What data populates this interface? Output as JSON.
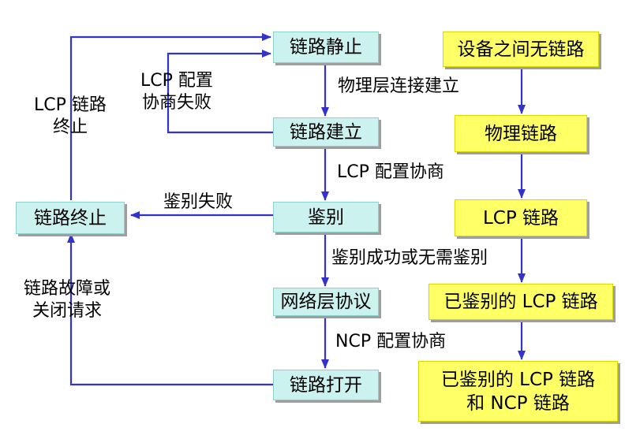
{
  "states": {
    "link_dead": "链路静止",
    "link_establish": "链路建立",
    "authenticate": "鉴别",
    "network_protocol": "网络层协议",
    "link_open": "链路打开",
    "link_terminate": "链路终止"
  },
  "transitions": {
    "physical_established": "物理层连接建立",
    "lcp_negotiation": "LCP 配置协商",
    "auth_ok": "鉴别成功或无需鉴别",
    "ncp_negotiation": "NCP 配置协商",
    "auth_failed": "鉴别失败",
    "lcp_negotiation_failed_line1": "LCP 配置",
    "lcp_negotiation_failed_line2": "协商失败",
    "lcp_link_terminated_line1": "LCP 链路",
    "lcp_link_terminated_line2": "终止",
    "link_fault_line1": "链路故障或",
    "link_fault_line2": "关闭请求"
  },
  "layers": {
    "no_link": "设备之间无链路",
    "physical_link": "物理链路",
    "lcp_link": "LCP 链路",
    "authenticated_lcp": "已鉴别的 LCP 链路",
    "authenticated_lcp_ncp_line1": "已鉴别的 LCP 链路",
    "authenticated_lcp_ncp_line2": "和 NCP 链路"
  },
  "colors": {
    "arrow": "#3333cc",
    "state_fill": "#ccf2f0",
    "layer_fill": "#ffff66"
  }
}
